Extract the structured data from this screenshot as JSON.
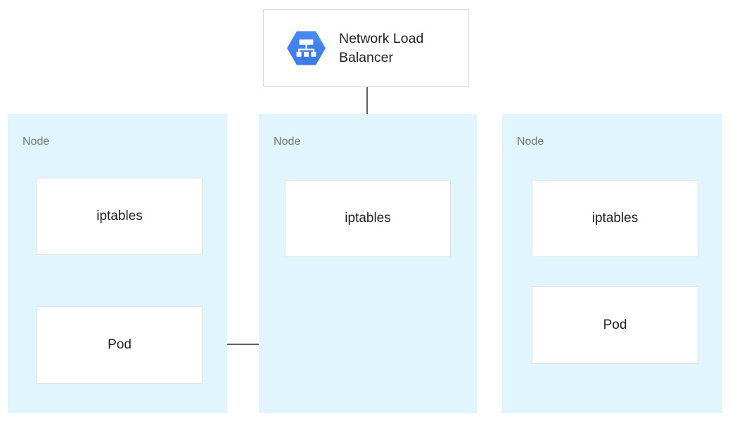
{
  "diagram": {
    "load_balancer": {
      "label": "Network Load Balancer",
      "icon": "load-balancer-hexagon-icon"
    },
    "nodes": [
      {
        "label": "Node",
        "iptables": "iptables",
        "pod": "Pod"
      },
      {
        "label": "Node",
        "iptables": "iptables"
      },
      {
        "label": "Node",
        "iptables": "iptables",
        "pod": "Pod"
      }
    ],
    "connections": [
      {
        "from": "network-load-balancer",
        "to": "node-2-iptables"
      },
      {
        "from": "node-2-iptables",
        "to": "node-1-pod"
      }
    ],
    "colors": {
      "node-bg": "#e1f5fe",
      "box-bg": "#ffffff",
      "box-border": "#e0e0e0",
      "nlb-border": "#d9dadc",
      "text-dark": "#212121",
      "text-muted": "#757575",
      "arrow": "#616161",
      "icon-blue": "#4285f4"
    }
  }
}
